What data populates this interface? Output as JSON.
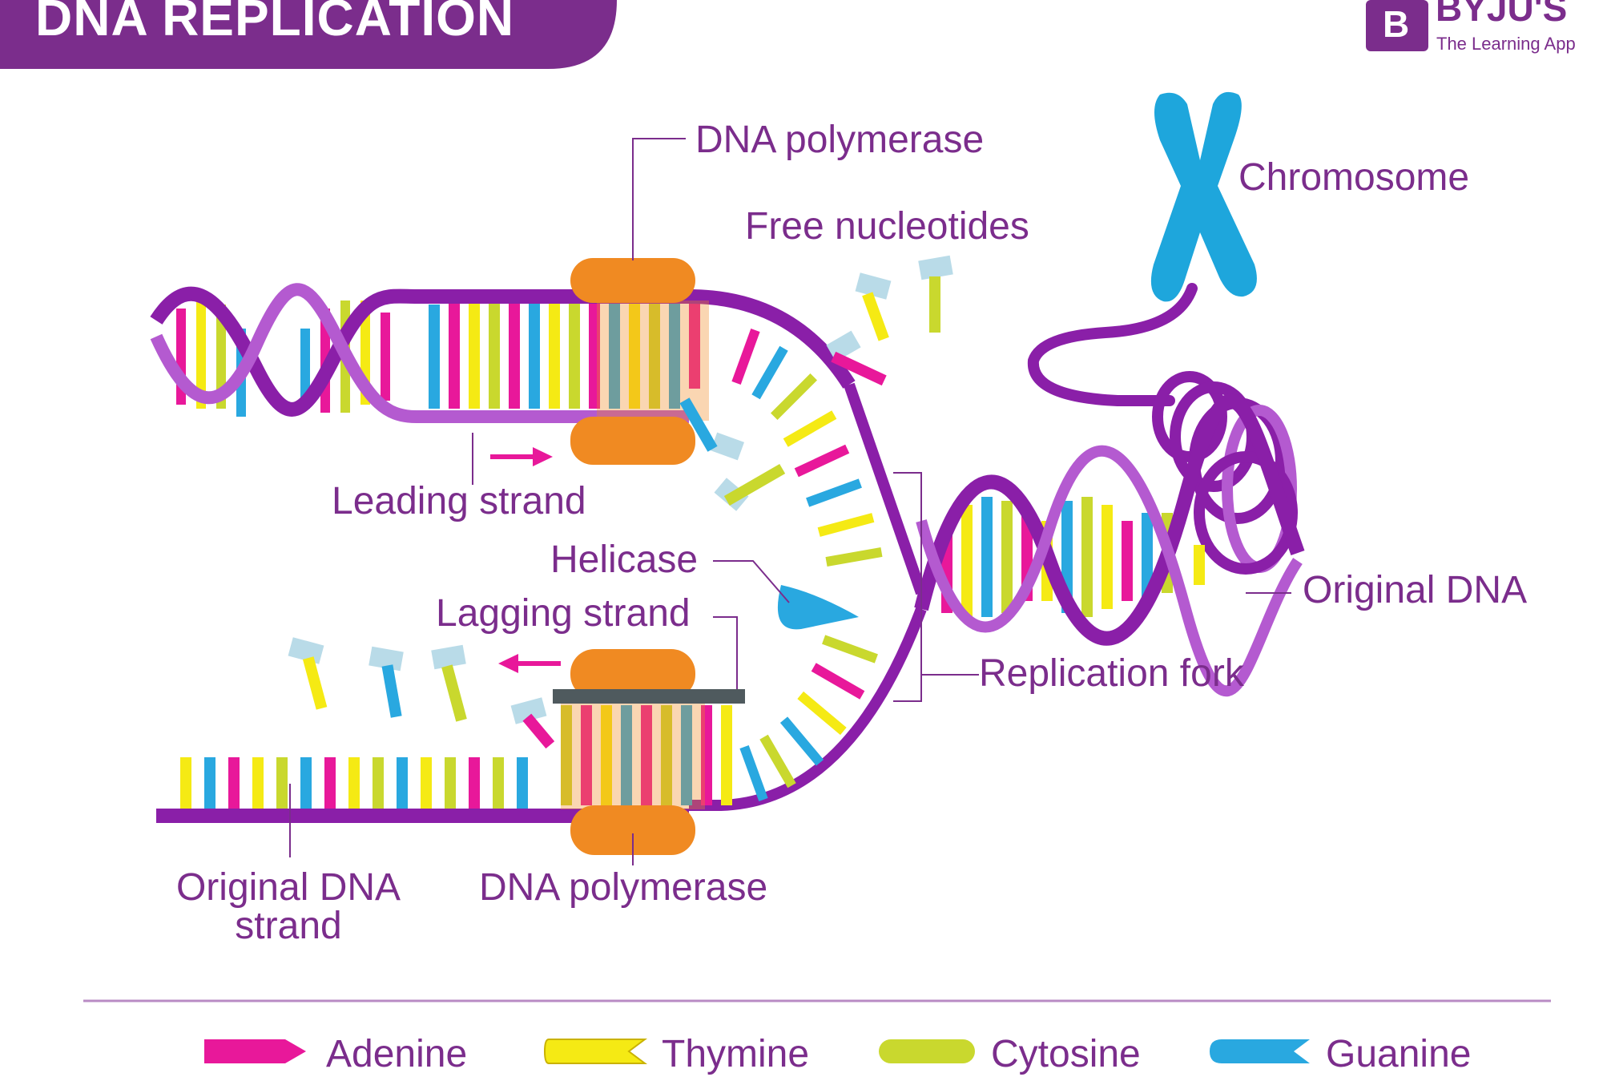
{
  "header": {
    "title": "DNA REPLICATION"
  },
  "brand": {
    "name": "BYJU'S",
    "tagline": "The Learning App",
    "badge_glyph": "B"
  },
  "labels": {
    "dna_polymerase_top": "DNA polymerase",
    "free_nucleotides": "Free nucleotides",
    "chromosome": "Chromosome",
    "leading_strand": "Leading strand",
    "helicase": "Helicase",
    "lagging_strand": "Lagging strand",
    "original_dna": "Original DNA",
    "replication_fork": "Replication fork",
    "original_dna_strand_line1": "Original DNA",
    "original_dna_strand_line2": "strand",
    "dna_polymerase_bottom": "DNA polymerase"
  },
  "legend": [
    {
      "name": "Adenine",
      "color": "#e8189a"
    },
    {
      "name": "Thymine",
      "color": "#f5ea14"
    },
    {
      "name": "Cytosine",
      "color": "#c9d82e"
    },
    {
      "name": "Guanine",
      "color": "#29a8e0"
    }
  ],
  "colors": {
    "brand_purple": "#7b2d8c",
    "backbone": "#8a1fa8",
    "backbone_light": "#b45ad0",
    "polymerase": "#f08a22",
    "helicase": "#29a8e0",
    "chromosome": "#1ea6dc",
    "nucleotide_tip": "#b9dbe8",
    "clamp": "#4f5a5e"
  }
}
